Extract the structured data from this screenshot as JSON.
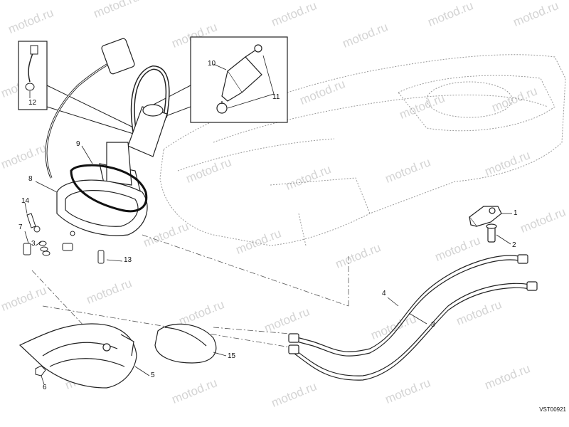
{
  "watermark": "motod.ru",
  "drawing_code": "VST00921",
  "callouts": [
    "1",
    "2",
    "3",
    "4",
    "5",
    "6",
    "7",
    "8",
    "9",
    "10",
    "11",
    "12",
    "13",
    "14",
    "15"
  ]
}
